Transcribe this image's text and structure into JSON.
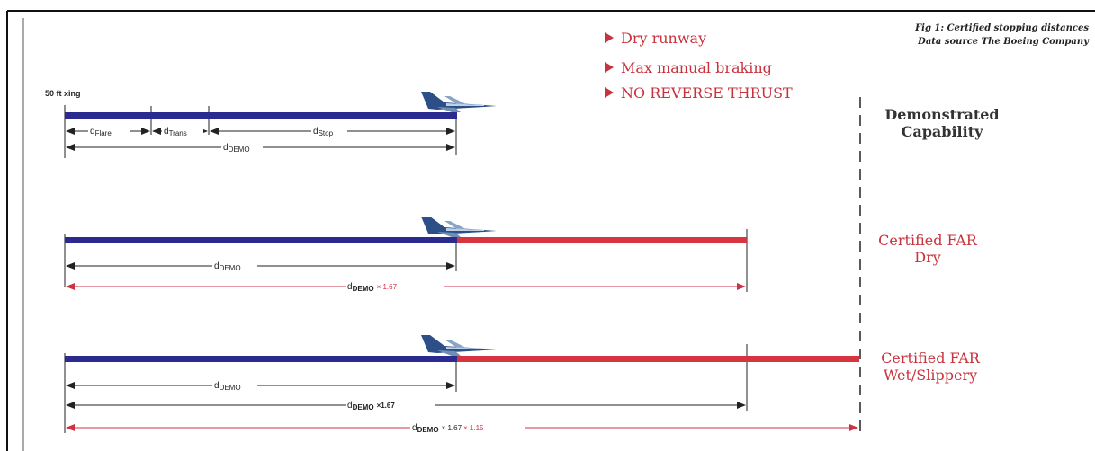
{
  "fig_caption": {
    "line1": "Fig 1: Certified stopping distances",
    "line2": "Data source The Boeing Company"
  },
  "conditions": [
    "Dry runway",
    "Max manual braking",
    "NO REVERSE THRUST"
  ],
  "section_labels": {
    "demo": [
      "Demonstrated",
      "Capability"
    ],
    "far_dry": [
      "Certified FAR",
      "Dry"
    ],
    "far_wet": [
      "Certified FAR",
      "Wet/Slippery"
    ]
  },
  "row1": {
    "xing_label": "50 ft xing",
    "flare": {
      "base": "d",
      "sub": "Flare"
    },
    "trans": {
      "base": "d",
      "sub": "Trans"
    },
    "stop": {
      "base": "d",
      "sub": "Stop"
    },
    "demo": {
      "base": "d",
      "sub": "DEMO"
    }
  },
  "row2": {
    "demo": {
      "base": "d",
      "sub": "DEMO"
    },
    "far": {
      "base": "d",
      "sub": "DEMO",
      "factor": "× 1.67"
    }
  },
  "row3": {
    "demo": {
      "base": "d",
      "sub": "DEMO"
    },
    "dry": {
      "base": "d",
      "sub": "DEMO",
      "factor": "×1.67"
    },
    "wet": {
      "base": "d",
      "sub": "DEMO",
      "factor": "× 1.67",
      "extra": "× 1.15"
    }
  },
  "colors": {
    "blue": "#2b2a8f",
    "red": "#d63440",
    "label_red": "#c8323c",
    "line_red": "#cc3344",
    "dark": "#222222"
  }
}
